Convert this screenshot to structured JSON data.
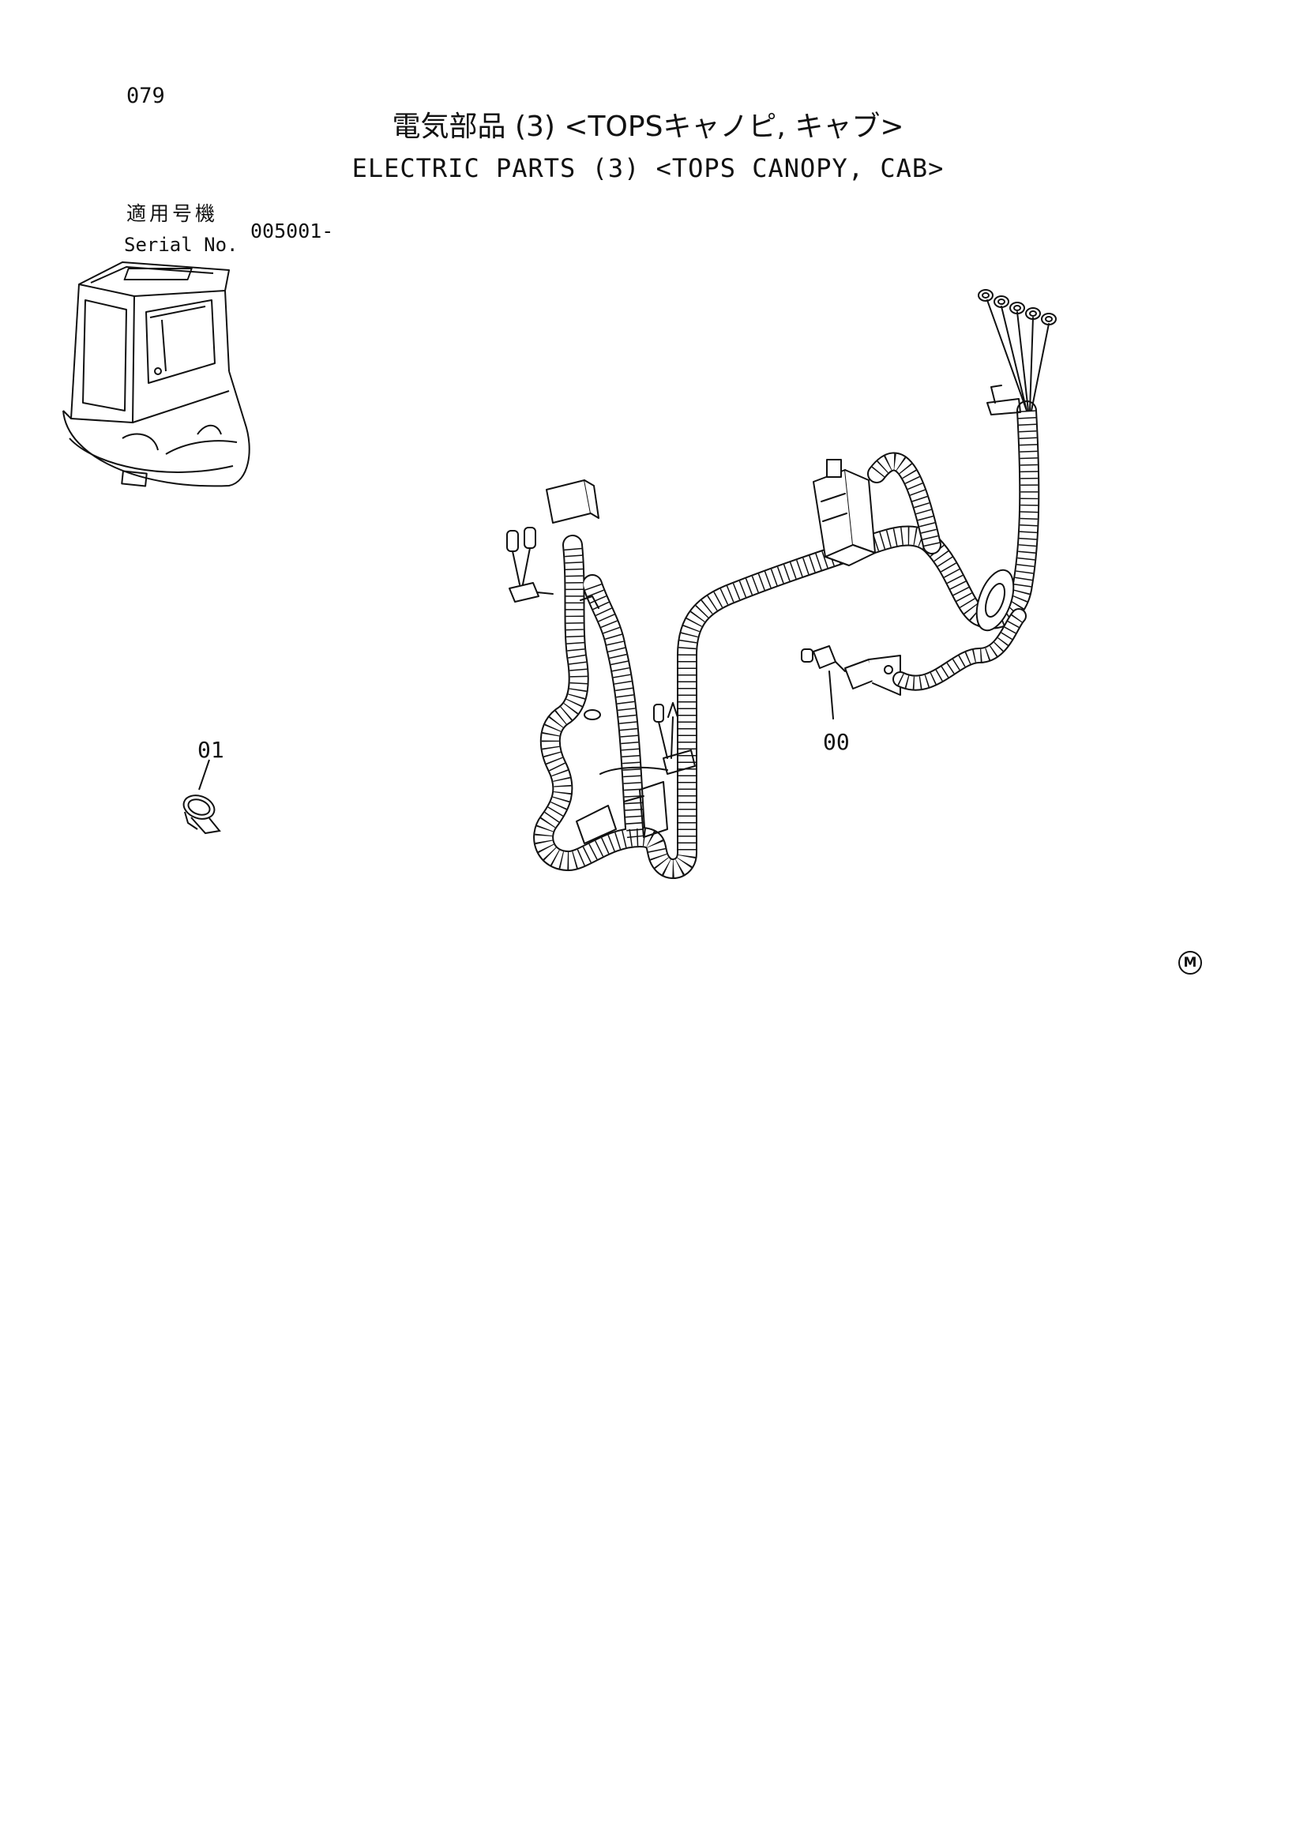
{
  "page_number": "079",
  "title_jp": "電気部品 (3) <TOPSキャノピ, キャブ>",
  "title_en": "ELECTRIC PARTS (3) <TOPS CANOPY, CAB>",
  "serial": {
    "label_jp": "適用号機",
    "label_en": "Serial No.",
    "value": "005001-"
  },
  "callouts": {
    "part_01": "01",
    "part_00": "00"
  },
  "mark": "M",
  "colors": {
    "line": "#111111",
    "background": "#ffffff"
  }
}
